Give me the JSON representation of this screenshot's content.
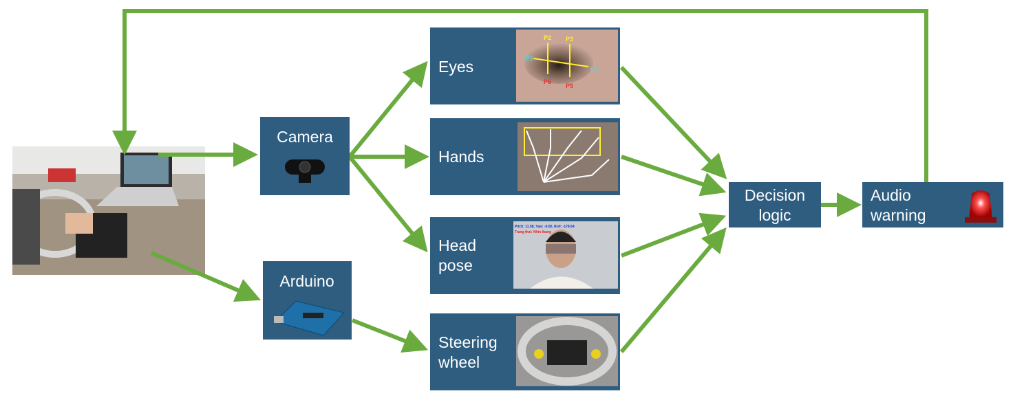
{
  "colors": {
    "box": "#2e5d80",
    "arrow": "#6aab3f",
    "text": "#ffffff"
  },
  "nodes": {
    "setup_photo": {
      "icon": "driving-simulator-photo"
    },
    "camera": {
      "label": "Camera",
      "icon": "webcam-icon"
    },
    "arduino": {
      "label": "Arduino",
      "icon": "arduino-board-icon"
    },
    "eyes": {
      "label": "Eyes",
      "image_labels": [
        "P1",
        "P2",
        "P3",
        "P4",
        "P5",
        "P6"
      ]
    },
    "hands": {
      "label": "Hands"
    },
    "head_pose": {
      "label_line1": "Head",
      "label_line2": "pose",
      "overlay_line1": "Pitch: 11.58, Yaw: -0.60, Roll: -178.64",
      "overlay_line2": "Trang thai: Nhin thang"
    },
    "steering_wheel": {
      "label_line1": "Steering",
      "label_line2": "wheel"
    },
    "decision_logic": {
      "label_line1": "Decision",
      "label_line2": "logic"
    },
    "audio_warning": {
      "label_line1": "Audio",
      "label_line2": "warning",
      "icon": "alarm-siren-icon"
    }
  },
  "edges": [
    [
      "setup_photo",
      "camera"
    ],
    [
      "setup_photo",
      "arduino"
    ],
    [
      "camera",
      "eyes"
    ],
    [
      "camera",
      "hands"
    ],
    [
      "camera",
      "head_pose"
    ],
    [
      "arduino",
      "steering_wheel"
    ],
    [
      "eyes",
      "decision_logic"
    ],
    [
      "hands",
      "decision_logic"
    ],
    [
      "head_pose",
      "decision_logic"
    ],
    [
      "steering_wheel",
      "decision_logic"
    ],
    [
      "decision_logic",
      "audio_warning"
    ],
    [
      "audio_warning",
      "setup_photo"
    ]
  ]
}
